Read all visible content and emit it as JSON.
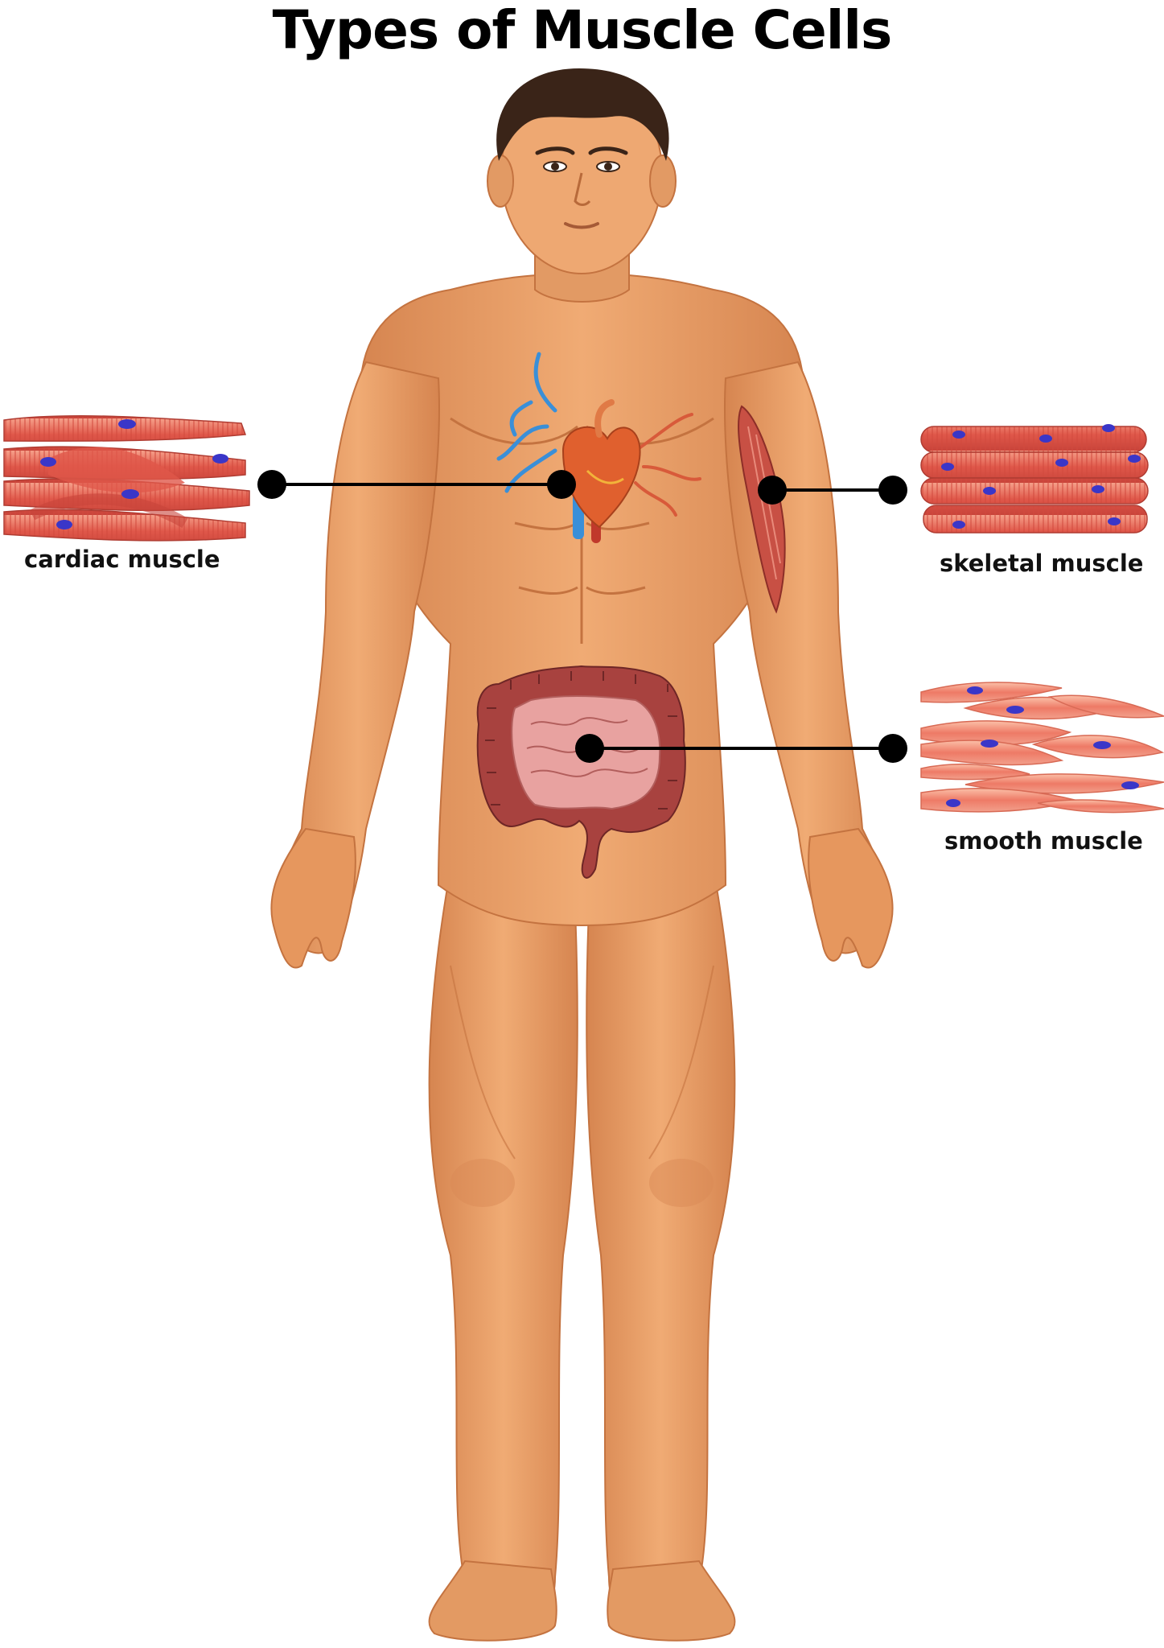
{
  "title": "Types of Muscle Cells",
  "labels": {
    "cardiac": "cardiac muscle",
    "skeletal": "skeletal muscle",
    "smooth": "smooth muscle"
  },
  "colors": {
    "skin": "#e8a06a",
    "skin_shadow": "#c9713e",
    "hair": "#3a2418",
    "muscle_fiber": "#e0584a",
    "muscle_light": "#f39a85",
    "nucleus": "#3a36c8",
    "intestine": "#b04848",
    "small_intestine": "#e8a2a0",
    "heart": "#e05a2a",
    "vessel_blue": "#3a8fd8",
    "pointer": "#000000"
  }
}
